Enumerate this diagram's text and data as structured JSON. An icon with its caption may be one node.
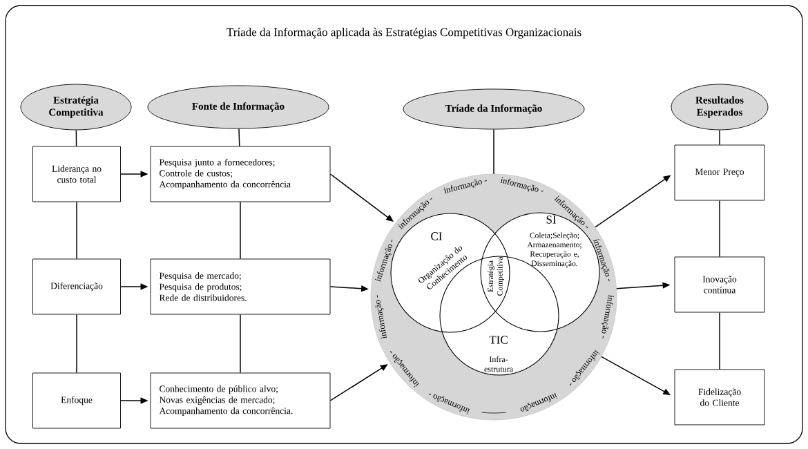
{
  "diagram": {
    "title": "Tríade da Informação aplicada às Estratégias Competitivas Organizacionais",
    "nodes": [
      {
        "text": [
          "Estratégia Competitiva"
        ]
      },
      {
        "text": [
          "Fonte de Informação"
        ]
      },
      {
        "text": [
          "Tríade da Informação"
        ]
      },
      {
        "text": [
          "Resultados Esperados"
        ]
      },
      {
        "text": [
          "Liderança no custo total"
        ]
      },
      {
        "text": [
          "Pesquisa junto a fornecedores;",
          "Controle de custos;",
          "Acompanhamento da concorrência"
        ]
      },
      {
        "text": [
          "Diferenciação"
        ]
      },
      {
        "text": [
          "Pesquisa de mercado;",
          "Pesquisa de produtos;",
          "Rede de distribuidores."
        ]
      },
      {
        "text": [
          "Enfoque"
        ]
      },
      {
        "text": [
          "Conhecimento  de público alvo;",
          "Novas exigências de mercado;",
          "Acompanhamento da concorrência."
        ]
      },
      {
        "text": [
          "informação -",
          "informação -",
          "informação -",
          "informação -",
          "informação -",
          "informação -",
          "informação -",
          "informação -",
          "informação -",
          "informação -",
          "informação -",
          "informação"
        ]
      },
      {
        "text": [
          "CI",
          "Organização do Conhecimento"
        ],
        "in": 10
      },
      {
        "text": [
          "SI",
          "Coleta;Seleção; Armazenamento; Recuperação e, Disseminação."
        ],
        "in": 10
      },
      {
        "text": [
          "TIC",
          "Infra- estrutura"
        ],
        "in": 10
      },
      {
        "text": [
          "Menor Preço"
        ]
      },
      {
        "text": [
          "Inovação contínua"
        ]
      },
      {
        "text": [
          "Fidelização do Cliente"
        ]
      }
    ],
    "edges": [
      {
        "from": 0,
        "to": 4,
        "arrow": "none"
      },
      {
        "from": 4,
        "to": 6,
        "arrow": "none"
      },
      {
        "from": 6,
        "to": 8,
        "arrow": "none"
      },
      {
        "from": 1,
        "to": 5,
        "arrow": "none"
      },
      {
        "from": 5,
        "to": 7,
        "arrow": "none"
      },
      {
        "from": 7,
        "to": 9,
        "arrow": "none"
      },
      {
        "from": 2,
        "to": 10,
        "arrow": "none"
      },
      {
        "from": 3,
        "to": 14,
        "arrow": "none"
      },
      {
        "from": 14,
        "to": 15,
        "arrow": "none"
      },
      {
        "from": 15,
        "to": 16,
        "arrow": "none"
      },
      {
        "from": 4,
        "to": 5,
        "arrow": "to"
      },
      {
        "from": 6,
        "to": 7,
        "arrow": "to"
      },
      {
        "from": 8,
        "to": 9,
        "arrow": "to"
      },
      {
        "from": 5,
        "to": 10,
        "arrow": "to"
      },
      {
        "from": 7,
        "to": 10,
        "arrow": "to"
      },
      {
        "from": 9,
        "to": 10,
        "arrow": "to"
      },
      {
        "from": 10,
        "to": 14,
        "arrow": "to"
      },
      {
        "from": 10,
        "to": 15,
        "arrow": "to"
      },
      {
        "from": 10,
        "to": 16,
        "arrow": "to"
      }
    ],
    "labels": [
      "Estratégia Competitiva"
    ]
  }
}
